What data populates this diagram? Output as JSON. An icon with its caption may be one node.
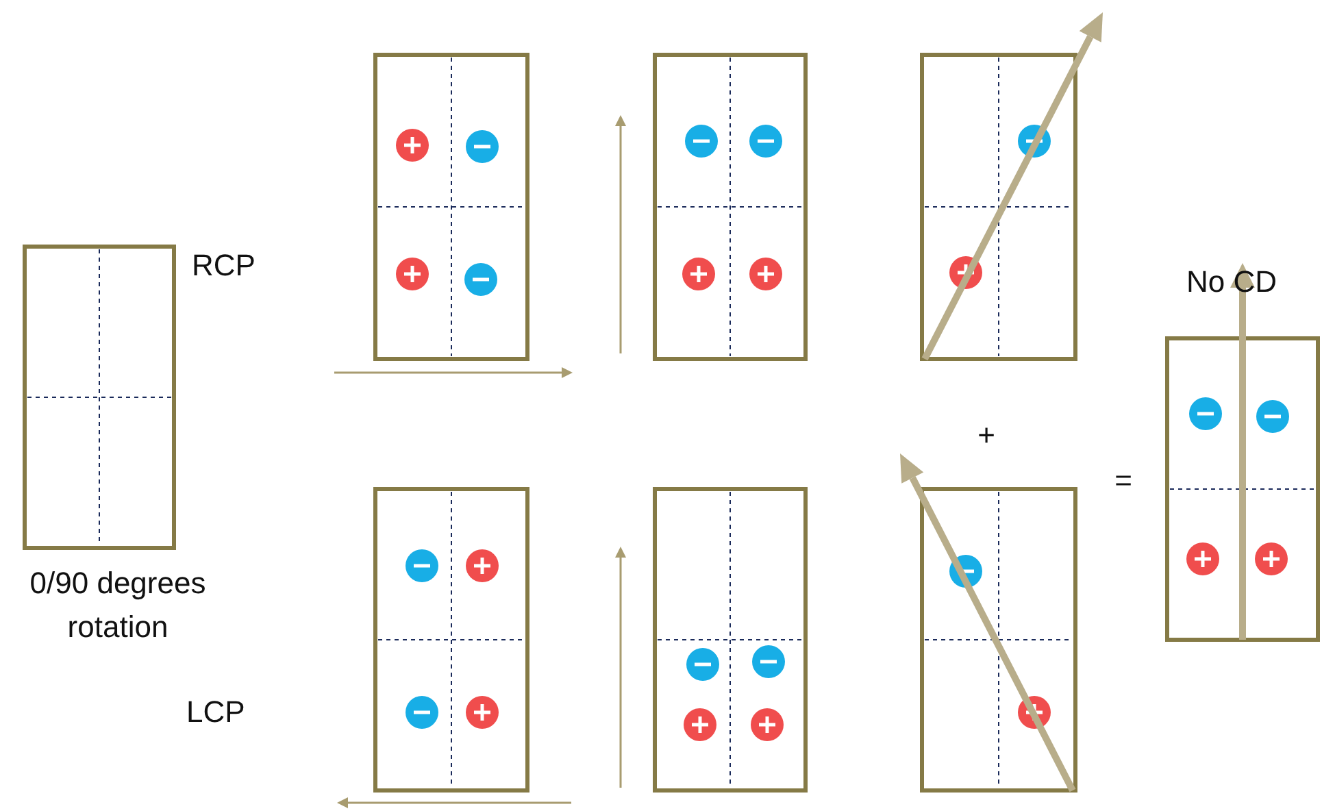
{
  "diagram": {
    "labels": [
      "RCP",
      "No CD",
      "+",
      "=",
      "0/90 degrees rotation",
      "LCP"
    ]
  }
}
